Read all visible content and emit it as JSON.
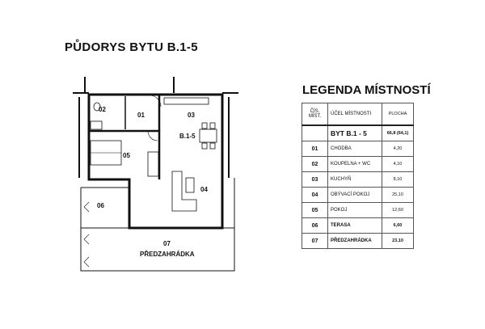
{
  "title": "PŮDORYS BYTU B.1-5",
  "plan": {
    "apartment_label": "B.1-5",
    "room_labels": [
      "01",
      "02",
      "03",
      "04",
      "05",
      "06",
      "07"
    ],
    "garden_label": "PŘEDZAHRÁDKA"
  },
  "legend": {
    "title": "LEGENDA MÍSTNOSTÍ",
    "headers": {
      "number": "ČÍS. MÍST.",
      "purpose": "ÚČEL MÍSTNOSTI",
      "area": "PLOCHA"
    },
    "summary": {
      "name": "BYT B.1 - 5",
      "area": "66,8 (64,1)"
    },
    "rows": [
      {
        "number": "01",
        "name": "CHODBA",
        "area": "4,20"
      },
      {
        "number": "02",
        "name": "KOUPELNA + WC",
        "area": "4,10"
      },
      {
        "number": "03",
        "name": "KUCHYŇ",
        "area": "8,10"
      },
      {
        "number": "04",
        "name": "OBÝVACÍ POKOJ",
        "area": "25,10"
      },
      {
        "number": "05",
        "name": "POKOJ",
        "area": "12,60"
      },
      {
        "number": "06",
        "name": "TERASA",
        "area": "6,60"
      },
      {
        "number": "07",
        "name": "PŘEDZAHRÁDKA",
        "area": "23,10"
      }
    ]
  }
}
